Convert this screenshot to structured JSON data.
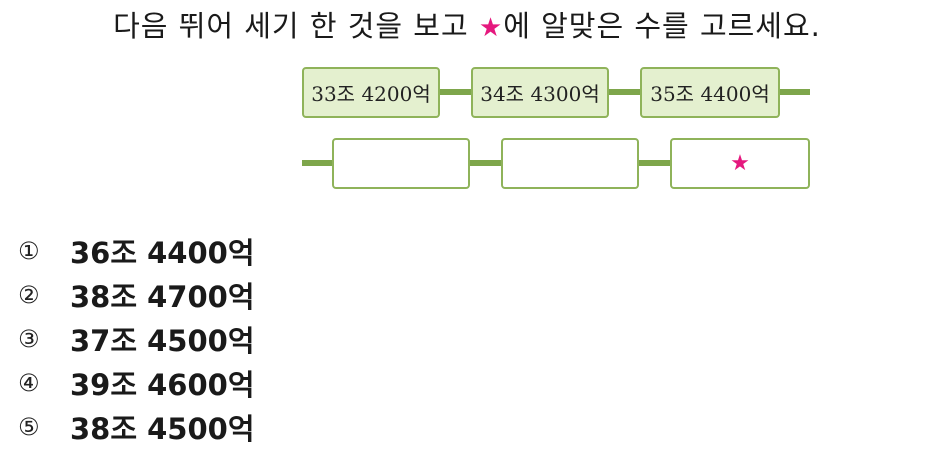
{
  "question": {
    "before_star": "다음 뛰어 세기 한 것을 보고 ",
    "star": "★",
    "after_star": "에 알맞은 수를 고르세요."
  },
  "sequence": {
    "row1": [
      "33조 4200억",
      "34조 4300억",
      "35조 4400억"
    ],
    "row2": [
      "",
      "",
      "★"
    ]
  },
  "colors": {
    "line": "#7ea64b",
    "box_border": "#8fb35a",
    "box_fill": "#e4f0cf",
    "star": "#e5187e"
  },
  "options": [
    {
      "num": "①",
      "text": "36조 4400억"
    },
    {
      "num": "②",
      "text": "38조 4700억"
    },
    {
      "num": "③",
      "text": "37조 4500억"
    },
    {
      "num": "④",
      "text": "39조 4600억"
    },
    {
      "num": "⑤",
      "text": "38조 4500억"
    }
  ]
}
